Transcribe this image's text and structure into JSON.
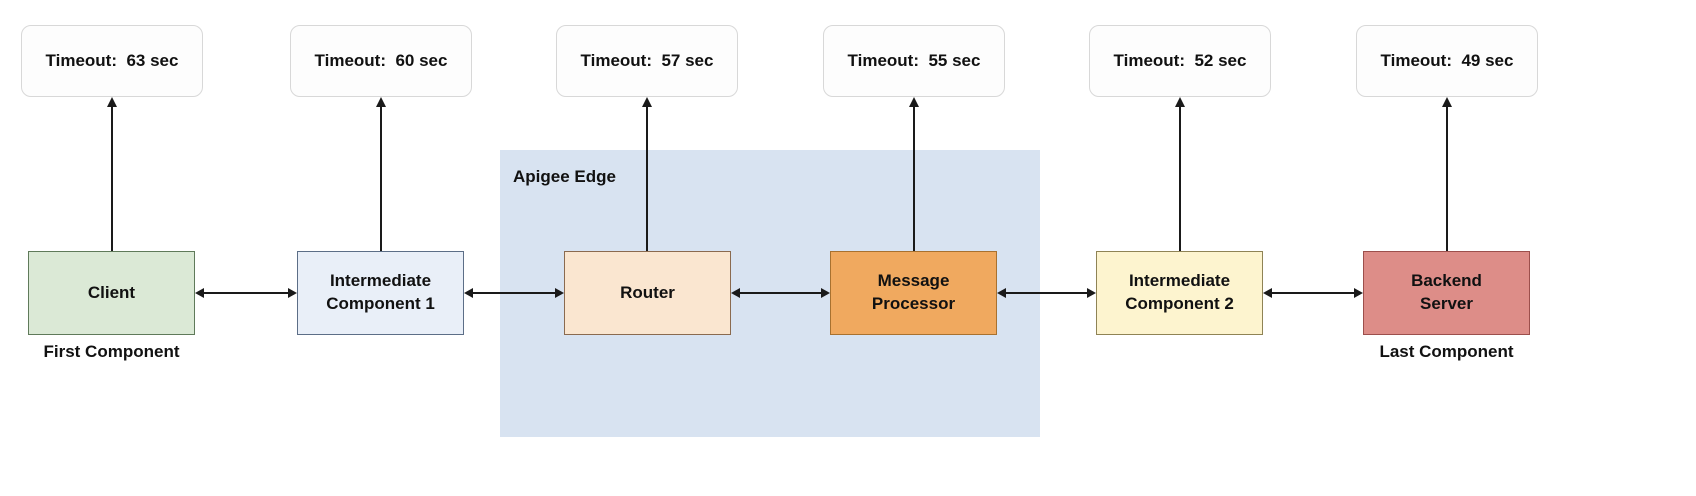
{
  "apigee": {
    "label": "Apigee Edge",
    "fill": "#d8e3f1"
  },
  "arrow_color": "#1a1a1a",
  "components": [
    {
      "label": "Client",
      "timeout": "Timeout:  63 sec",
      "sublabel": "First Component",
      "fill": "#dbe9d6",
      "border": "#5f7a5a"
    },
    {
      "label": "Intermediate\nComponent 1",
      "timeout": "Timeout:  60 sec",
      "fill": "#e9eff8",
      "border": "#5c6e87"
    },
    {
      "label": "Router",
      "timeout": "Timeout:  57 sec",
      "fill": "#fae6d0",
      "border": "#8a6a4f"
    },
    {
      "label": "Message\nProcessor",
      "timeout": "Timeout:  55 sec",
      "fill": "#f0a95f",
      "border": "#a8712f"
    },
    {
      "label": "Intermediate\nComponent 2",
      "timeout": "Timeout:  52 sec",
      "fill": "#fdf4cf",
      "border": "#8f8355"
    },
    {
      "label": "Backend\nServer",
      "timeout": "Timeout:  49 sec",
      "sublabel": "Last Component",
      "fill": "#dd8d88",
      "border": "#9c4f4c"
    }
  ]
}
